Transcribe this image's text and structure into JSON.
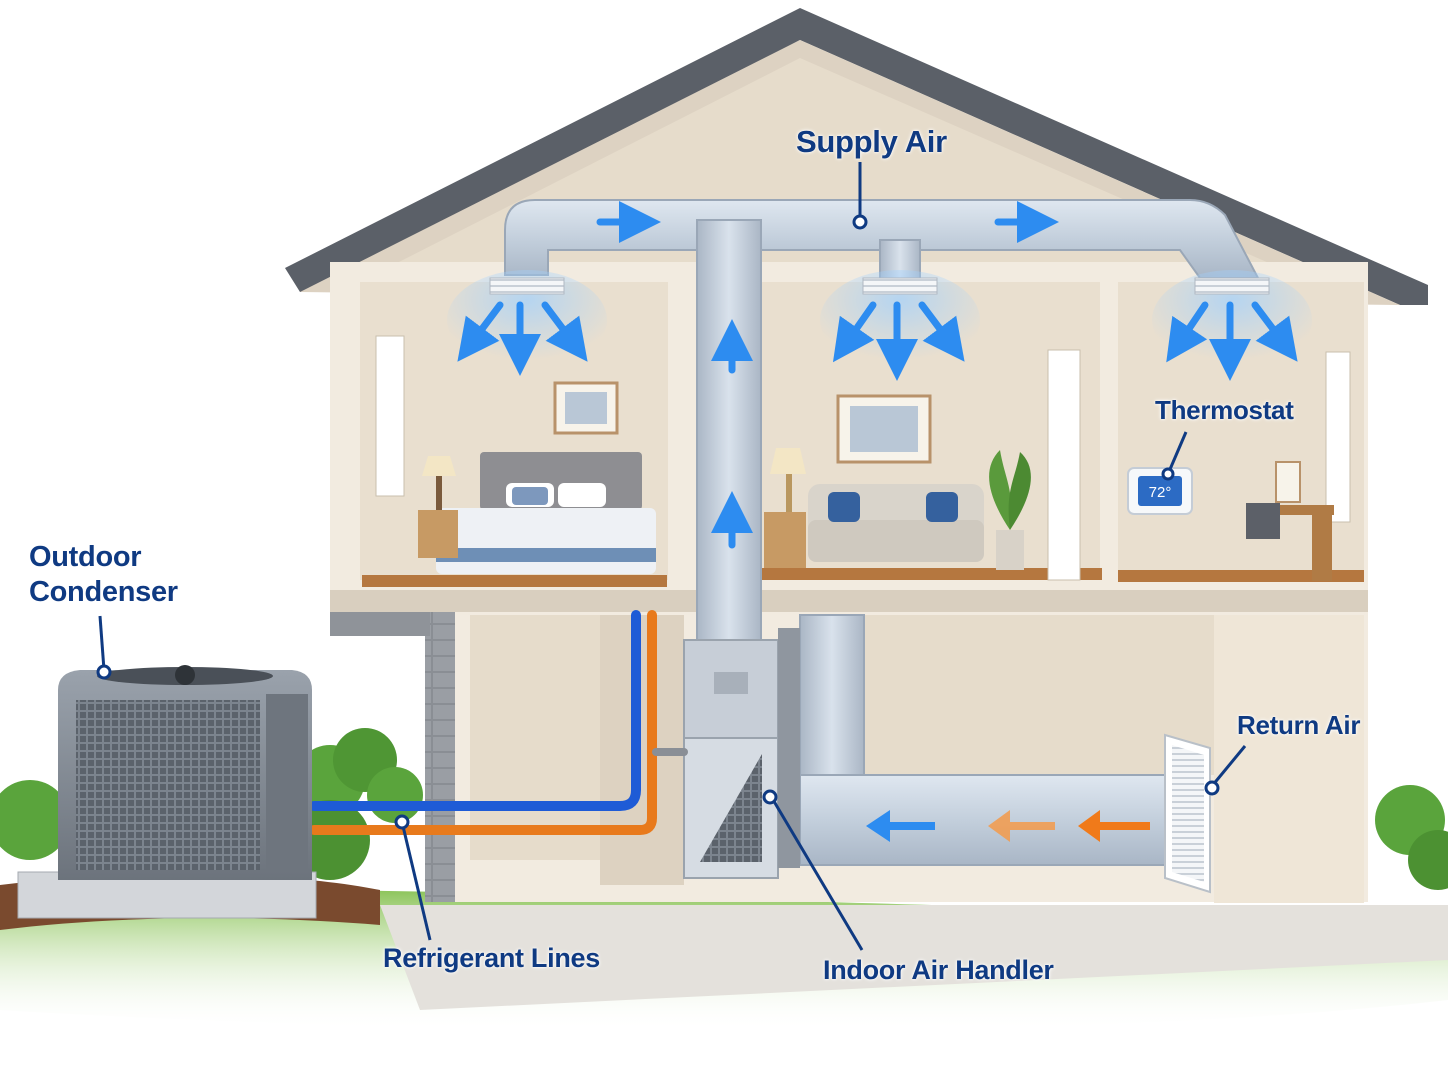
{
  "labels": {
    "supply_air": "Supply Air",
    "thermostat": "Thermostat",
    "outdoor_condenser_line1": "Outdoor",
    "outdoor_condenser_line2": "Condenser",
    "return_air": "Return Air",
    "refrigerant_lines": "Refrigerant Lines",
    "indoor_air_handler": "Indoor Air Handler"
  },
  "thermostat": {
    "readout": "72°"
  },
  "colors": {
    "label_text": "#0f3a82",
    "duct": "#bcc8d6",
    "supply_arrow": "#2d8cf0",
    "return_arrow_warm": "#f07a1a",
    "refrigerant_cold": "#1e5bd6",
    "refrigerant_hot": "#e87a1c",
    "roof": "#5b6068",
    "wall": "#ebe1d1",
    "floor": "#b5773f"
  }
}
